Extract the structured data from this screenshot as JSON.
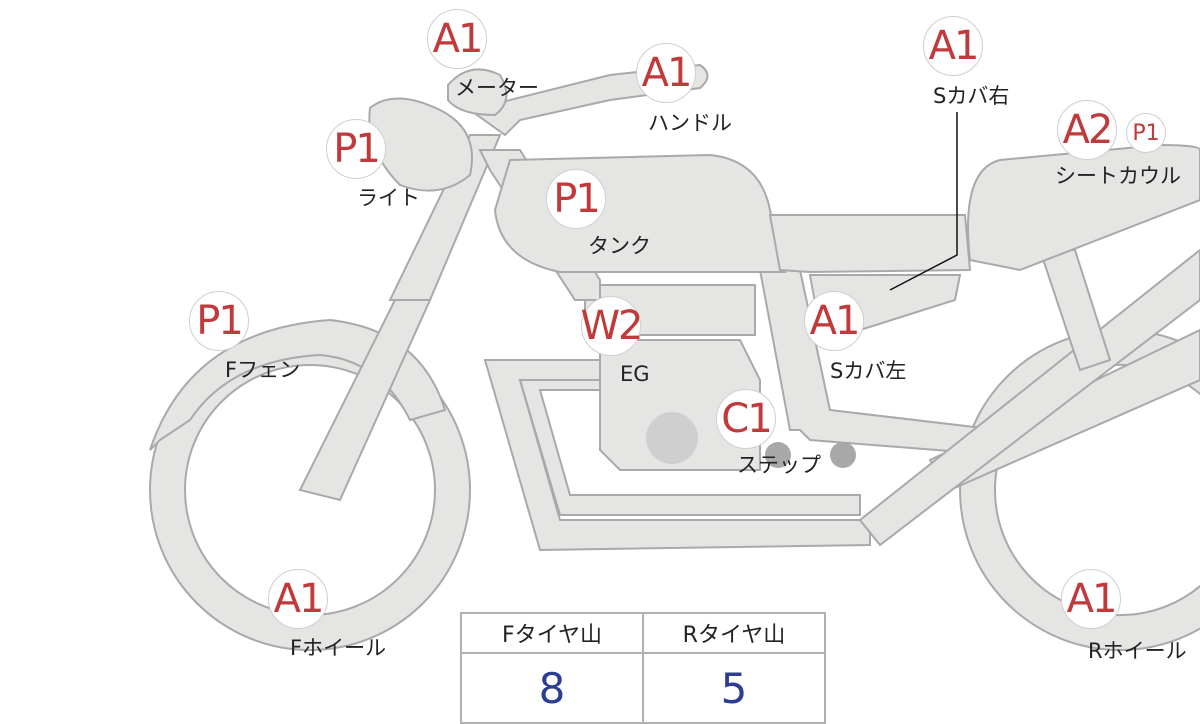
{
  "parts": [
    {
      "id": "meter",
      "code": "A1",
      "label": "メーター"
    },
    {
      "id": "handle",
      "code": "A1",
      "label": "ハンドル"
    },
    {
      "id": "light",
      "code": "P1",
      "label": "ライト"
    },
    {
      "id": "tank",
      "code": "P1",
      "label": "タンク"
    },
    {
      "id": "front-fender",
      "code": "P1",
      "label": "Fフェン"
    },
    {
      "id": "engine",
      "code": "W2",
      "label": "EG"
    },
    {
      "id": "side-cover-left",
      "code": "A1",
      "label": "Sカバ左"
    },
    {
      "id": "step",
      "code": "C1",
      "label": "ステップ"
    },
    {
      "id": "front-wheel",
      "code": "A1",
      "label": "Fホイール"
    },
    {
      "id": "side-cover-right",
      "code": "A1",
      "label": "Sカバ右"
    },
    {
      "id": "seat-cowl",
      "code": "A2",
      "code2": "P1",
      "label": "シートカウル"
    },
    {
      "id": "rear-wheel",
      "code": "A1",
      "label": "Rホイール"
    }
  ],
  "tires": {
    "front_label": "Fタイヤ山",
    "front_value": "8",
    "rear_label": "Rタイヤ山",
    "rear_value": "5"
  },
  "colors": {
    "code": "#c0393b",
    "value": "#2c3e94",
    "part_fill": "#e5e5e3"
  }
}
